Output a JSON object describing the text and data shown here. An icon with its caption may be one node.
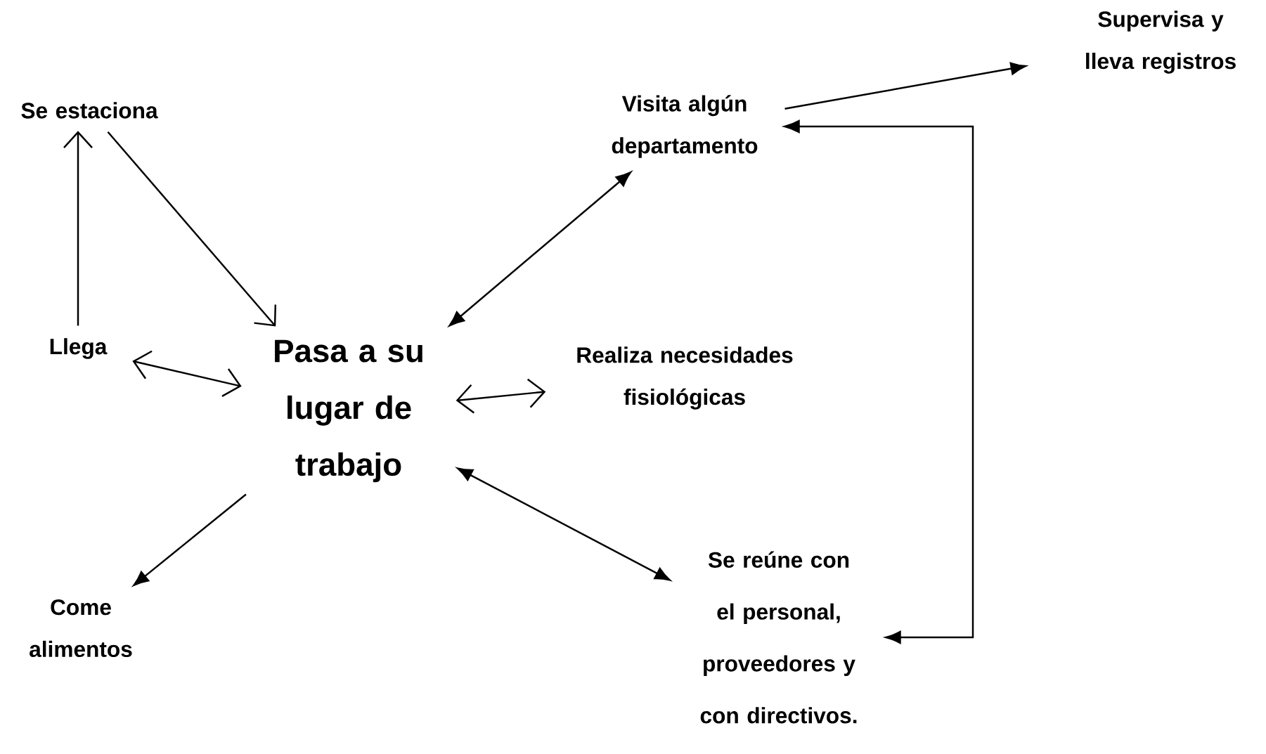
{
  "diagram": {
    "nodes": [
      {
        "text": [
          "Se estaciona"
        ]
      },
      {
        "text": [
          "Llega"
        ]
      },
      {
        "text": [
          "Pasa a su lugar de trabajo"
        ]
      },
      {
        "text": [
          "Visita algún departamento"
        ]
      },
      {
        "text": [
          "Supervisa y lleva registros"
        ]
      },
      {
        "text": [
          "Realiza necesidades fisiológicas"
        ]
      },
      {
        "text": [
          "Come alimentos"
        ]
      },
      {
        "text": [
          "Se reúne con el personal, proveedores y con directivos."
        ]
      }
    ],
    "edges": [
      {
        "from": 1,
        "to": 0,
        "arrow": "to"
      },
      {
        "from": 0,
        "to": 2,
        "arrow": "to"
      },
      {
        "from": 1,
        "to": 2,
        "arrow": "both"
      },
      {
        "from": 2,
        "to": 3,
        "arrow": "both"
      },
      {
        "from": 3,
        "to": 4,
        "arrow": "to"
      },
      {
        "from": 2,
        "to": 5,
        "arrow": "both"
      },
      {
        "from": 2,
        "to": 6,
        "arrow": "to"
      },
      {
        "from": 2,
        "to": 7,
        "arrow": "both"
      },
      {
        "from": 7,
        "to": 3,
        "arrow": "both"
      }
    ]
  }
}
